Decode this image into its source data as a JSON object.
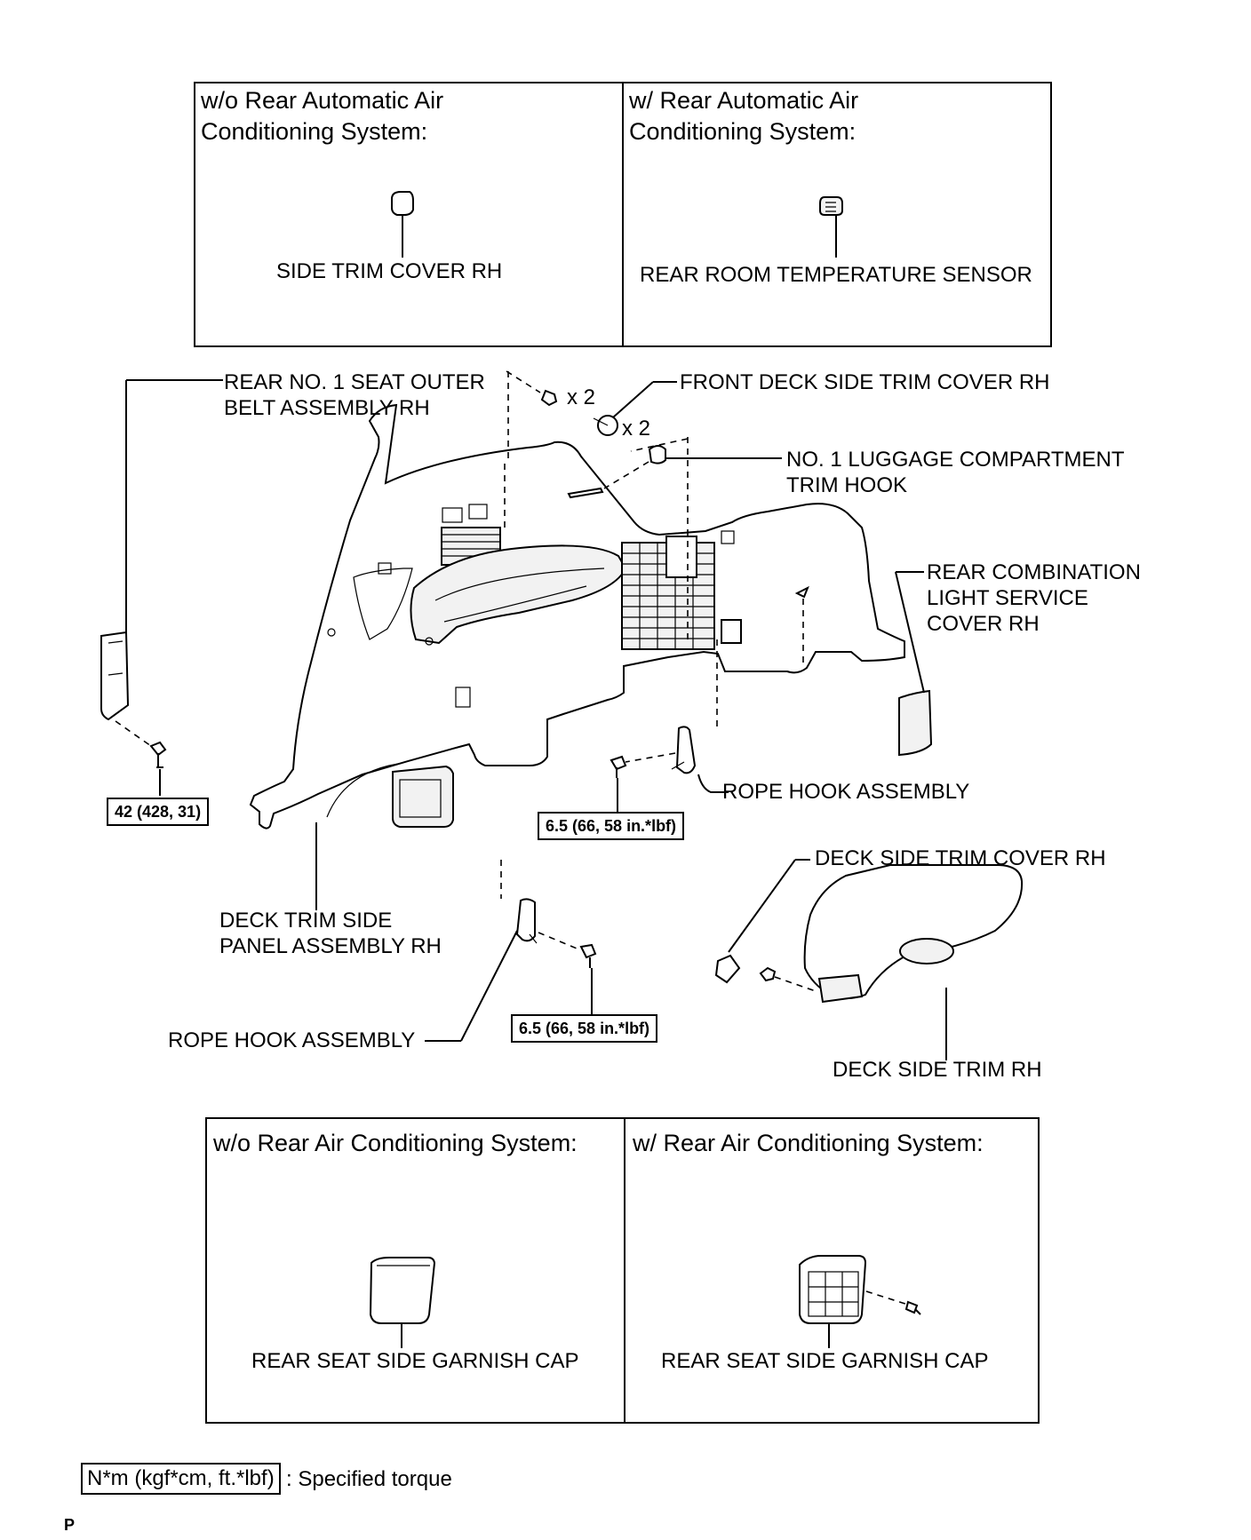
{
  "panels": {
    "top_left_title": "w/o Rear Automatic Air\nConditioning System:",
    "top_right_title": "w/ Rear Automatic Air\nConditioning System:",
    "bottom_left_title": "w/o Rear Air Conditioning System:",
    "bottom_right_title": "w/ Rear Air Conditioning System:"
  },
  "labels": {
    "side_trim_cover": "SIDE TRIM COVER RH",
    "rear_room_temp_sensor": "REAR ROOM TEMPERATURE SENSOR",
    "seat_outer_belt": "REAR NO. 1 SEAT OUTER\nBELT ASSEMBLY RH",
    "front_deck_side_trim_cover": "FRONT DECK SIDE TRIM COVER RH",
    "luggage_trim_hook": "NO. 1 LUGGAGE COMPARTMENT\nTRIM HOOK",
    "rear_combination_light_cover": "REAR COMBINATION\nLIGHT SERVICE\nCOVER RH",
    "rope_hook_upper": "ROPE HOOK ASSEMBLY",
    "deck_side_trim_cover": "DECK SIDE TRIM COVER RH",
    "deck_trim_side_panel": "DECK TRIM SIDE\nPANEL ASSEMBLY RH",
    "rope_hook_lower": "ROPE HOOK ASSEMBLY",
    "deck_side_trim": "DECK SIDE TRIM RH",
    "garnish_cap_left": "REAR SEAT SIDE GARNISH CAP",
    "garnish_cap_right": "REAR SEAT SIDE GARNISH CAP",
    "qty_clip": "x 2",
    "qty_cover": "x 2"
  },
  "torques": {
    "belt_bolt": "42 (428, 31)",
    "rope_hook_upper_bolt": "6.5 (66, 58 in.*lbf)",
    "rope_hook_lower_bolt": "6.5 (66, 58 in.*lbf)"
  },
  "legend": {
    "key": "N*m (kgf*cm, ft.*lbf)",
    "text": ": Specified torque"
  },
  "footer": {
    "page_mark": "P"
  }
}
